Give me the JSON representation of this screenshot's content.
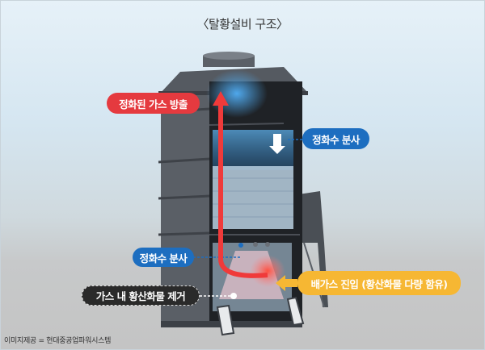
{
  "title": "〈탈황설비 구조〉",
  "labels": {
    "purified_gas_release": "정화된 가스 방출",
    "water_spray_upper": "정화수 분사",
    "water_spray_lower": "정화수 분사",
    "exhaust_inlet": "배가스 진입 (황산화물 다량 함유)",
    "sox_removal": "가스 내 황산화물 제거"
  },
  "credit": "이미지제공 = 현대중공업파워시스템",
  "colors": {
    "red": "#e53a3f",
    "blue": "#1d6ec0",
    "yellow": "#f6b733",
    "black": "#2a2a2a"
  }
}
